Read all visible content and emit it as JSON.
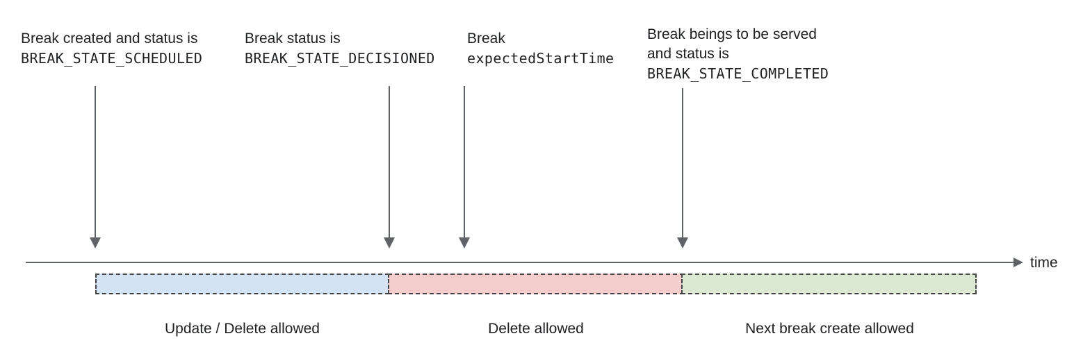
{
  "annotations": [
    {
      "lines": [
        "Break created and status is",
        "BREAK_STATE_SCHEDULED"
      ]
    },
    {
      "lines": [
        "Break status is",
        "BREAK_STATE_DECISIONED"
      ]
    },
    {
      "lines": [
        "Break",
        "expectedStartTime"
      ]
    },
    {
      "lines": [
        "Break beings to be served",
        "and status is",
        "BREAK_STATE_COMPLETED"
      ]
    }
  ],
  "timeline": {
    "axis_label": "time"
  },
  "segments": [
    {
      "label": "Update / Delete allowed",
      "color": "#d3e3f3"
    },
    {
      "label": "Delete allowed",
      "color": "#f3cecd"
    },
    {
      "label": "Next break create allowed",
      "color": "#dbe9d4"
    }
  ],
  "colors": {
    "segment_border": "#434343",
    "arrow": "#5f6368",
    "text": "#202124"
  }
}
